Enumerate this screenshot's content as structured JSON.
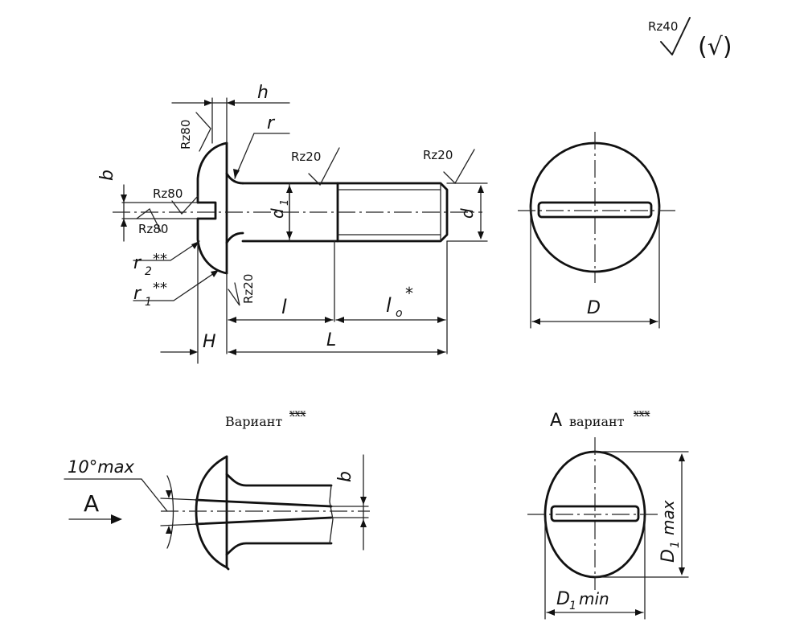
{
  "roughness": {
    "general_symbol": "Rz40",
    "general_bracket": "(√)",
    "head_top": "Rz80",
    "slot_bottom": "Rz80",
    "slot_side": "Rz80",
    "shank": "Rz20",
    "thread": "Rz20",
    "underhead": "Rz20"
  },
  "dims": {
    "h": "h",
    "r": "r",
    "b": "b",
    "d1": "d",
    "d1_sub": "1",
    "d": "d",
    "r2": "r",
    "r2_sub": "2",
    "r2_star": "**",
    "r1": "r",
    "r1_sub": "1",
    "r1_star": "**",
    "l": "l",
    "l0": "l",
    "l0_sub": "o",
    "l0_star": "*",
    "H": "H",
    "L": "L",
    "D": "D",
    "b2": "b",
    "angle": "10°max",
    "A": "A",
    "D1max": "D",
    "D1max_sub": "1",
    "D1max_suffix": "max",
    "D1min": "D",
    "D1min_sub": "1",
    "D1min_suffix": "min"
  },
  "captions": {
    "variant": "Вариант",
    "variant_star": "ххх",
    "a_prefix": "А",
    "a_variant": "вариант",
    "a_variant_star": "ххх"
  }
}
